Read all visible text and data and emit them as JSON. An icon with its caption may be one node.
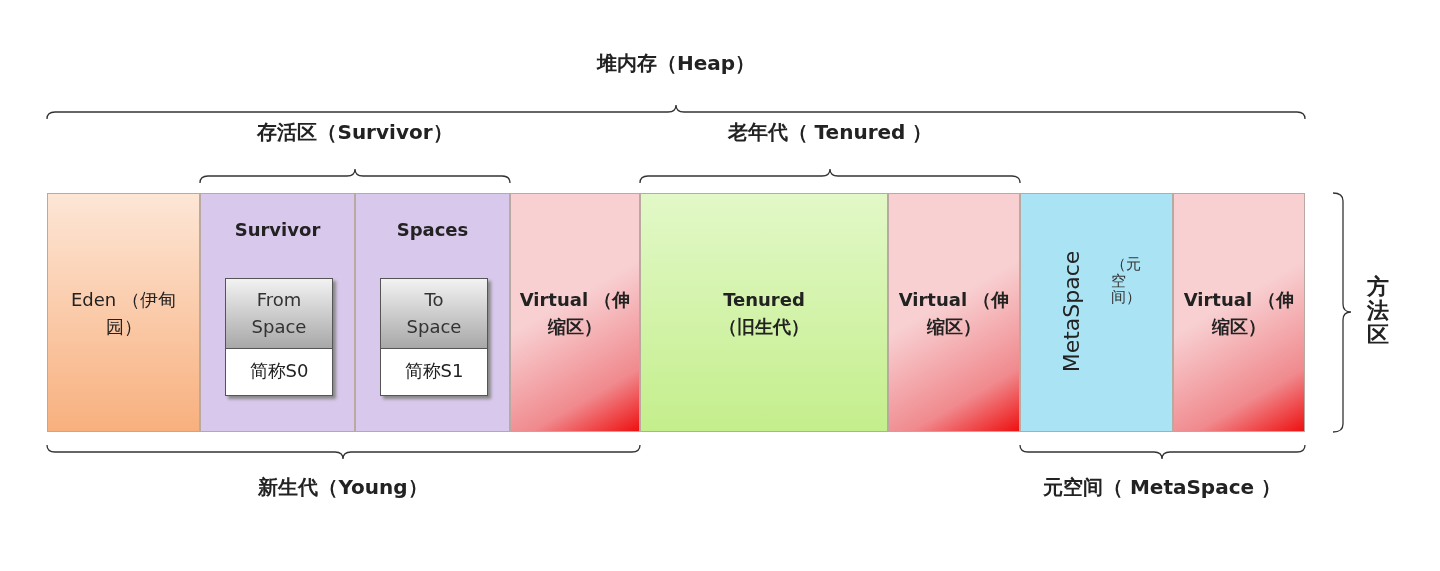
{
  "diagram": {
    "nodes": [
      {
        "text": [
          "Eden （伊甸园）"
        ]
      },
      {
        "text": [
          "Survivor"
        ]
      },
      {
        "text": [
          "From Space",
          "简称S0"
        ],
        "in": 1
      },
      {
        "text": [
          "Spaces"
        ]
      },
      {
        "text": [
          "To Space",
          "简称S1"
        ],
        "in": 3
      },
      {
        "text": [
          "Virtual （伸缩区）"
        ]
      },
      {
        "text": [
          "Tenured （旧生代）"
        ]
      },
      {
        "text": [
          "Virtual （伸缩区）"
        ]
      },
      {
        "text": [
          "MetaSpace",
          "（元空间）"
        ]
      },
      {
        "text": [
          "Virtual （伸缩区）"
        ]
      }
    ],
    "edges": [],
    "labels": [
      "堆内存（Heap）",
      "存活区（Survivor）",
      "老年代（ Tenured ）",
      "方法区",
      "新生代（Young）",
      "元空间（ MetaSpace ）"
    ]
  }
}
